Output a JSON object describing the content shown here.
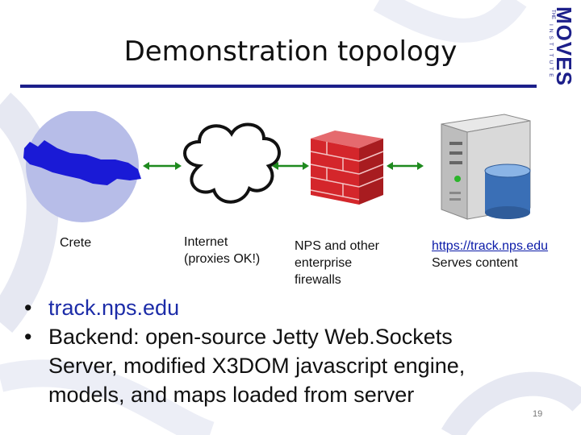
{
  "slide": {
    "title": "Demonstration topology",
    "page_number": "19"
  },
  "logo": {
    "small_text": "THE",
    "side_text": "INSTITUTE",
    "brand": "MOVES"
  },
  "diagram": {
    "nodes": [
      {
        "id": "crete",
        "label": "Crete",
        "icon": "crete-map-icon"
      },
      {
        "id": "internet",
        "label_line1": "Internet",
        "label_line2": "(proxies OK!)",
        "icon": "cloud-icon"
      },
      {
        "id": "nps",
        "label_line1": "NPS and other",
        "label_line2": "enterprise",
        "label_line3": "firewalls",
        "icon": "firewall-icon"
      },
      {
        "id": "server",
        "link": "https://track.nps.edu",
        "label_line2": "Serves content",
        "icon": "server-database-icon"
      }
    ],
    "connector": "bidirectional-arrow",
    "colors": {
      "map": "#1a1ad6",
      "circle": "#b7bde8",
      "arrow": "#1e8a1e",
      "firewall": "#d4262b",
      "link": "#0a1aa8"
    }
  },
  "bullets": [
    {
      "text": "track.nps.edu"
    },
    {
      "text_line1": "Backend: open-source Jetty Web.Sockets",
      "text_line2": "Server, modified X3DOM javascript engine,",
      "text_line3": "models, and maps loaded from server"
    }
  ]
}
